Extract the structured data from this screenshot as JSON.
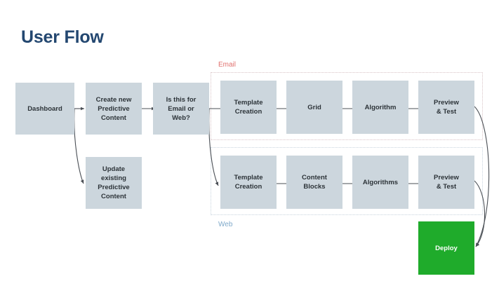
{
  "page": {
    "title": "User Flow",
    "background": "#ffffff",
    "title_color": "#234770"
  },
  "palette": {
    "node_fill": "#ccd6dd",
    "node_text": "#2c3338",
    "deploy_fill": "#1fab2b",
    "deploy_text": "#ffffff",
    "email_accent": "#e0716e",
    "web_accent": "#7fa9ca",
    "arrow": "#4a4f55"
  },
  "groups": [
    {
      "key": "email",
      "label": "Email",
      "accent": "#e0716e",
      "label_position": "above-left"
    },
    {
      "key": "web",
      "label": "Web",
      "accent": "#7fa9ca",
      "label_position": "below-left"
    }
  ],
  "nodes": {
    "dashboard": {
      "label": "Dashboard",
      "lines": [
        "Dashboard"
      ]
    },
    "create_new": {
      "label": "Create new Predictive Content",
      "lines": [
        "Create new",
        "Predictive",
        "Content"
      ]
    },
    "update_existing": {
      "label": "Update existing Predictive Content",
      "lines": [
        "Update",
        "existing",
        "Predictive",
        "Content"
      ]
    },
    "decision": {
      "label": "Is this for Email or Web?",
      "lines": [
        "Is this for",
        "Email or",
        "Web?"
      ]
    },
    "email_template": {
      "label": "Template Creation",
      "lines": [
        "Template",
        "Creation"
      ]
    },
    "email_grid": {
      "label": "Grid",
      "lines": [
        "Grid"
      ]
    },
    "email_algorithm": {
      "label": "Algorithm",
      "lines": [
        "Algorithm"
      ]
    },
    "email_preview": {
      "label": "Preview & Test",
      "lines": [
        "Preview",
        "& Test"
      ]
    },
    "web_template": {
      "label": "Template Creation",
      "lines": [
        "Template",
        "Creation"
      ]
    },
    "web_content_blocks": {
      "label": "Content Blocks",
      "lines": [
        "Content",
        "Blocks"
      ]
    },
    "web_algorithms": {
      "label": "Algorithms",
      "lines": [
        "Algorithms"
      ]
    },
    "web_preview": {
      "label": "Preview & Test",
      "lines": [
        "Preview",
        "& Test"
      ]
    },
    "deploy": {
      "label": "Deploy",
      "lines": [
        "Deploy"
      ]
    }
  },
  "flow": {
    "edges": [
      {
        "from": "dashboard",
        "to": "create_new",
        "style": "straight"
      },
      {
        "from": "dashboard",
        "to": "update_existing",
        "style": "curved"
      },
      {
        "from": "create_new",
        "to": "decision",
        "style": "straight"
      },
      {
        "from": "decision",
        "to": "email_template",
        "style": "straight"
      },
      {
        "from": "decision",
        "to": "web_template",
        "style": "curved"
      },
      {
        "from": "email_template",
        "to": "email_grid",
        "style": "straight"
      },
      {
        "from": "email_grid",
        "to": "email_algorithm",
        "style": "straight"
      },
      {
        "from": "email_algorithm",
        "to": "email_preview",
        "style": "straight"
      },
      {
        "from": "web_template",
        "to": "web_content_blocks",
        "style": "straight"
      },
      {
        "from": "web_content_blocks",
        "to": "web_algorithms",
        "style": "straight"
      },
      {
        "from": "web_algorithms",
        "to": "web_preview",
        "style": "straight"
      },
      {
        "from": "email_preview",
        "to": "deploy",
        "style": "curved"
      },
      {
        "from": "web_preview",
        "to": "deploy",
        "style": "curved"
      }
    ]
  }
}
